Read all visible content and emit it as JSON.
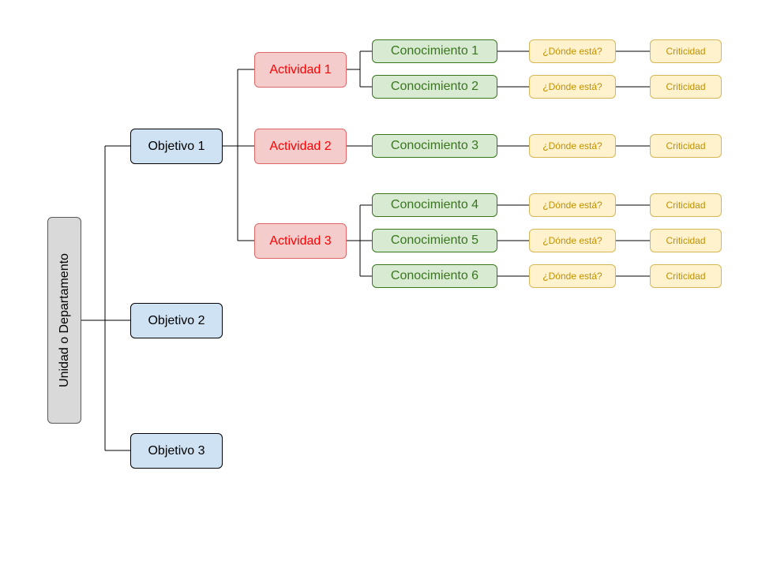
{
  "root": {
    "label": "Unidad o Departamento"
  },
  "objectives": [
    {
      "label": "Objetivo 1"
    },
    {
      "label": "Objetivo 2"
    },
    {
      "label": "Objetivo 3"
    }
  ],
  "activities": [
    {
      "label": "Actividad 1",
      "objective": "Objetivo 1"
    },
    {
      "label": "Actividad 2",
      "objective": "Objetivo 1"
    },
    {
      "label": "Actividad 3",
      "objective": "Objetivo 1"
    }
  ],
  "knowledge": [
    {
      "label": "Conocimiento 1",
      "activity": "Actividad 1",
      "location": "¿Dónde está?",
      "criticality": "Criticidad"
    },
    {
      "label": "Conocimiento 2",
      "activity": "Actividad 1",
      "location": "¿Dónde está?",
      "criticality": "Criticidad"
    },
    {
      "label": "Conocimiento 3",
      "activity": "Actividad 2",
      "location": "¿Dónde está?",
      "criticality": "Criticidad"
    },
    {
      "label": "Conocimiento 4",
      "activity": "Actividad 3",
      "location": "¿Dónde está?",
      "criticality": "Criticidad"
    },
    {
      "label": "Conocimiento 5",
      "activity": "Actividad 3",
      "location": "¿Dónde está?",
      "criticality": "Criticidad"
    },
    {
      "label": "Conocimiento 6",
      "activity": "Actividad 3",
      "location": "¿Dónde está?",
      "criticality": "Criticidad"
    }
  ],
  "colors": {
    "root_fill": "#d9d9d9",
    "objective_fill": "#cfe2f3",
    "activity_fill": "#f4cccc",
    "activity_text": "#ff0000",
    "knowledge_fill": "#d9ead3",
    "knowledge_text": "#38761d",
    "detail_fill": "#fff2cc",
    "detail_text": "#bf9000"
  }
}
